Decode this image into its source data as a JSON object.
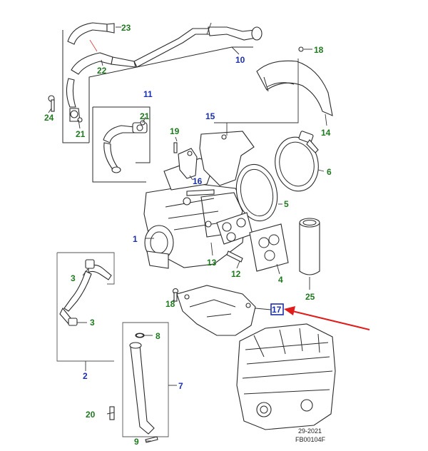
{
  "callouts": [
    {
      "id": "c1",
      "text": "1",
      "color": "blue"
    },
    {
      "id": "c2",
      "text": "2",
      "color": "blue"
    },
    {
      "id": "c3a",
      "text": "3",
      "color": "green"
    },
    {
      "id": "c3b",
      "text": "3",
      "color": "green"
    },
    {
      "id": "c4",
      "text": "4",
      "color": "green"
    },
    {
      "id": "c5",
      "text": "5",
      "color": "green"
    },
    {
      "id": "c6",
      "text": "6",
      "color": "green"
    },
    {
      "id": "c7",
      "text": "7",
      "color": "blue"
    },
    {
      "id": "c8",
      "text": "8",
      "color": "green"
    },
    {
      "id": "c9",
      "text": "9",
      "color": "green"
    },
    {
      "id": "c10",
      "text": "10",
      "color": "blue"
    },
    {
      "id": "c11",
      "text": "11",
      "color": "blue"
    },
    {
      "id": "c12",
      "text": "12",
      "color": "green"
    },
    {
      "id": "c13",
      "text": "13",
      "color": "green"
    },
    {
      "id": "c14",
      "text": "14",
      "color": "green"
    },
    {
      "id": "c15",
      "text": "15",
      "color": "blue"
    },
    {
      "id": "c16",
      "text": "16",
      "color": "blue"
    },
    {
      "id": "c17",
      "text": "17",
      "color": "blue"
    },
    {
      "id": "c18a",
      "text": "18",
      "color": "green"
    },
    {
      "id": "c18b",
      "text": "18",
      "color": "green"
    },
    {
      "id": "c19",
      "text": "19",
      "color": "green"
    },
    {
      "id": "c20",
      "text": "20",
      "color": "green"
    },
    {
      "id": "c21a",
      "text": "21",
      "color": "green"
    },
    {
      "id": "c21b",
      "text": "21",
      "color": "green"
    },
    {
      "id": "c22",
      "text": "22",
      "color": "green"
    },
    {
      "id": "c23",
      "text": "23",
      "color": "green"
    },
    {
      "id": "c24",
      "text": "24",
      "color": "green"
    },
    {
      "id": "c25",
      "text": "25",
      "color": "green"
    }
  ],
  "footer": {
    "date": "29-2021",
    "code": "FB00104F"
  },
  "colors": {
    "green_label": "#1f7a1f",
    "blue_label": "#1a2fb0",
    "highlight_box": "#1a2fb0",
    "pointer_arrow": "#e01b1b",
    "line": "#2a2a2a"
  },
  "highlight": {
    "callout_id": "c17",
    "arrow_color": "red"
  }
}
